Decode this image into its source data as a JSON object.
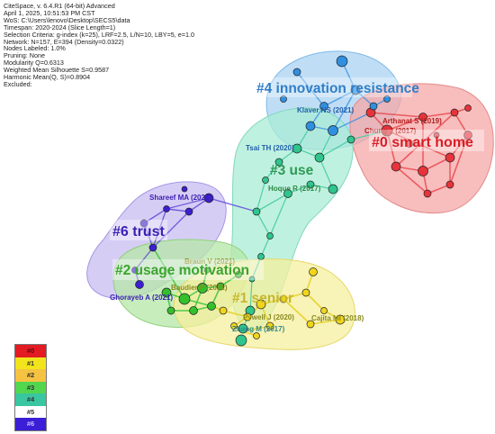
{
  "info_lines": [
    "CiteSpace, v. 6.4.R1 (64-bit) Advanced",
    "April 1, 2025, 10:51:53 PM CST",
    "WoS: C:\\Users\\lenovo\\Desktop\\SECS5\\data",
    "Timespan: 2020-2024 (Slice Length=1)",
    "Selection Criteria: g-index (k=25), LRF=2.5, L/N=10, LBY=5, e=1.0",
    "Network: N=157, E=394 (Density=0.0322)",
    "Nodes Labeled: 1.0%",
    "Pruning: None",
    "Modularity Q=0.6313",
    "Weighted Mean Silhouette S=0.9587",
    "Harmonic Mean(Q, S)=0.8904",
    "Excluded:"
  ],
  "clusters": [
    {
      "id": "0",
      "label": "#0 smart home",
      "color": "#e0202a",
      "hull_fill": "#f5a7a7"
    },
    {
      "id": "1",
      "label": "#1 senior",
      "color": "#c8b62a",
      "hull_fill": "#f6ef9e"
    },
    {
      "id": "2",
      "label": "#2 usage motivation",
      "color": "#3aa52e",
      "hull_fill": "#b5e7a7"
    },
    {
      "id": "3",
      "label": "#3 use",
      "color": "#3a9e55",
      "hull_fill": "#a9ecd6"
    },
    {
      "id": "4",
      "label": "#4 innovation resistance",
      "color": "#2f7fc8",
      "hull_fill": "#a9d3f3"
    },
    {
      "id": "6",
      "label": "#6 trust",
      "color": "#3a1fb3",
      "hull_fill": "#c8bcf2"
    }
  ],
  "author_labels": [
    {
      "text": "Klaver NS (2021)",
      "color": "#1f5fa8"
    },
    {
      "text": "Arthanat S (2019)",
      "color": "#b21d1d"
    },
    {
      "text": "Chung J (2017)",
      "color": "#b21d1d"
    },
    {
      "text": "Tsai TH (2020)",
      "color": "#1f5fa8"
    },
    {
      "text": "Hoque R (2017)",
      "color": "#2e8a44"
    },
    {
      "text": "Shareef MA (2021)",
      "color": "#3a1fb3"
    },
    {
      "text": "Braun V (2021)",
      "color": "#8a8a20"
    },
    {
      "text": "Baudier P (2021)",
      "color": "#8a8a20"
    },
    {
      "text": "Ghorayeb A (2021)",
      "color": "#3a1fb3"
    },
    {
      "text": "Pywell J (2020)",
      "color": "#8a8a20"
    },
    {
      "text": "Cajita MI (2018)",
      "color": "#8a8a20"
    },
    {
      "text": "Zhang M (2017)",
      "color": "#2e8a8a"
    }
  ],
  "legend": [
    {
      "label": "#0",
      "color": "#e31b23"
    },
    {
      "label": "#1",
      "color": "#f2e41c"
    },
    {
      "label": "#2",
      "color": "#f5c242"
    },
    {
      "label": "#3",
      "color": "#52d64f"
    },
    {
      "label": "#4",
      "color": "#39c6a0"
    },
    {
      "label": "#5",
      "color": "#ffffff"
    },
    {
      "label": "#6",
      "color": "#3b1fd6"
    }
  ]
}
